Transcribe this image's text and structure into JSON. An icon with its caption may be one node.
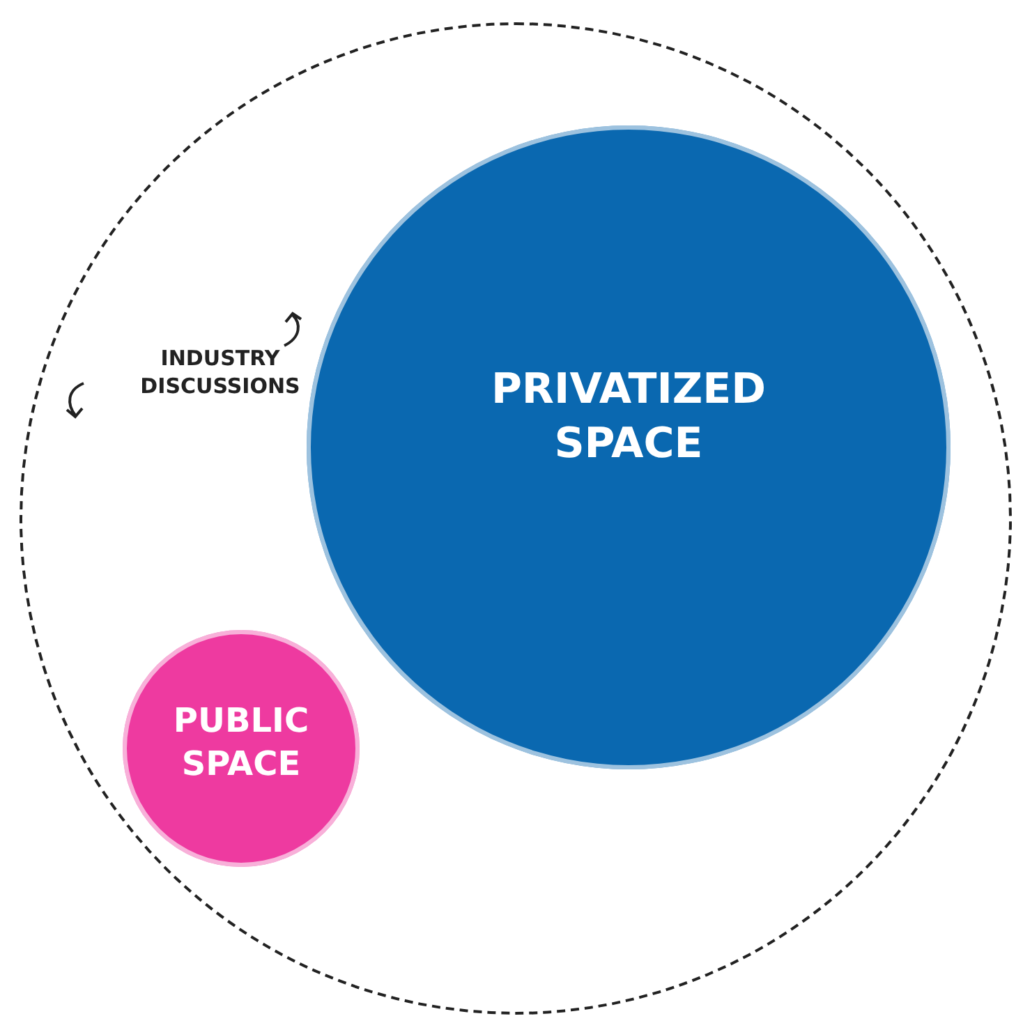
{
  "diagram": {
    "nodes": [
      {
        "text": [
          "INDUSTRY DISCUSSIONS"
        ]
      },
      {
        "text": [
          "PRIVATIZED SPACE"
        ],
        "in": 0
      },
      {
        "text": [
          "PUBLIC SPACE"
        ],
        "in": 0
      }
    ],
    "edges": []
  }
}
